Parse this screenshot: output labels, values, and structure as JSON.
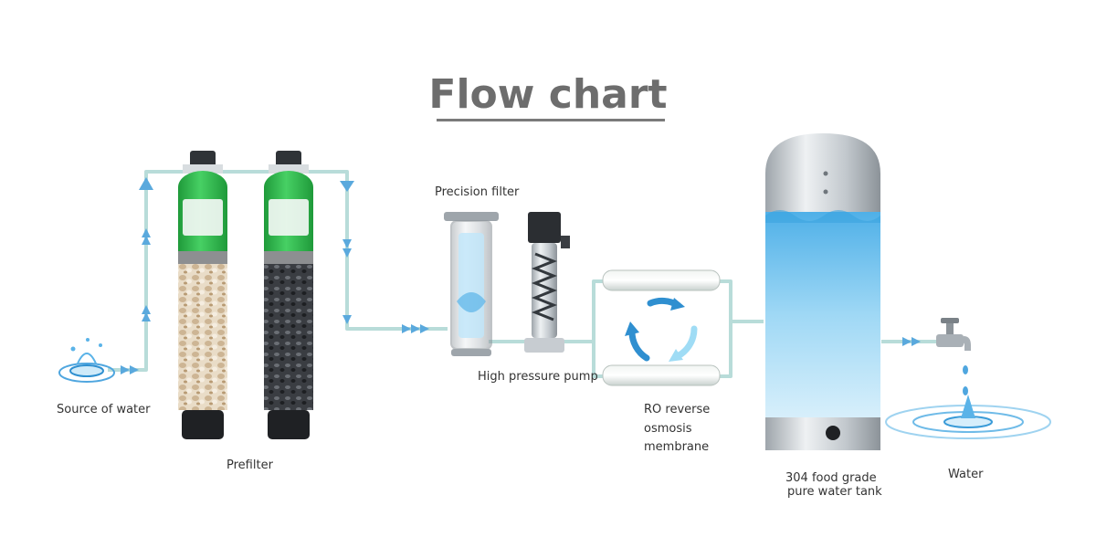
{
  "title": "Flow chart",
  "labels": {
    "source": "Source of water",
    "prefilter": "Prefilter",
    "precision_filter": "Precision filter",
    "high_pressure_pump": "High pressure pump",
    "ro_line1": "RO reverse",
    "ro_line2": "osmosis",
    "ro_line3": "membrane",
    "tank_line1": "304 food grade",
    "tank_line2": "pure water tank",
    "water": "Water"
  },
  "colors": {
    "pipe": "#b8dcd9",
    "arrow": "#5aa9dd",
    "tank_steel": "#c7ccd1",
    "tank_water": "#8fd0f2",
    "filter_cap_green": "#2db34a",
    "label_text": "#333333"
  },
  "icons": [
    "water-splash-icon",
    "faucet-icon",
    "cycle-arrows-icon"
  ]
}
